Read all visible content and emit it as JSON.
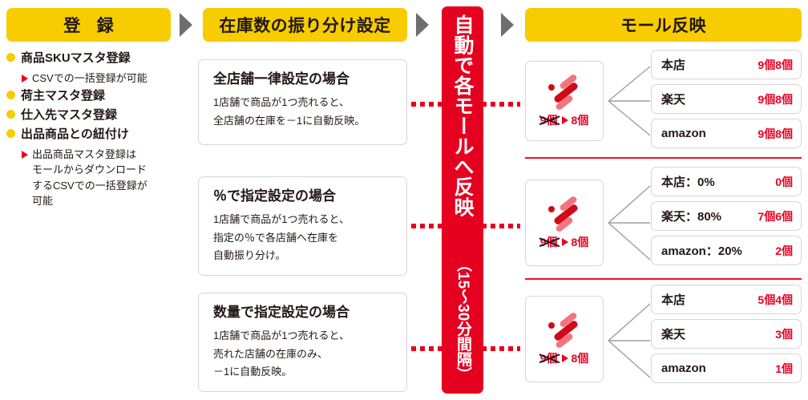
{
  "headers": {
    "register": "登 録",
    "allocation": "在庫数の振り分け設定",
    "mall": "モール反映"
  },
  "banner": {
    "main": "自動で各モールへ反映",
    "sub": "（15〜30分間隔）",
    "color": "#E60020"
  },
  "colors": {
    "header_yellow": "#F7CC00",
    "accent_red": "#E60020",
    "arrow_gray": "#6E6E6E",
    "box_border": "#D6D6D6"
  },
  "register_items": [
    {
      "label": "商品SKUマスタ登録",
      "sub": [
        "CSVでの一括登録が可能"
      ]
    },
    {
      "label": "荷主マスタ登録",
      "sub": []
    },
    {
      "label": "仕入先マスタ登録",
      "sub": []
    },
    {
      "label": "出品商品との紐付け",
      "sub": [
        "出品商品マスタ登録は",
        "モールからダウンロード",
        "するCSVでの一括登録が",
        "可能"
      ]
    }
  ],
  "setting_cards": [
    {
      "title": "全店舗一律設定の場合",
      "lines": [
        "1店舗で商品が1つ売れると、",
        "全店舗の在庫を－1に自動反映。"
      ]
    },
    {
      "title": "％で指定設定の場合",
      "lines": [
        "1店舗で商品が1つ売れると、",
        "指定の％で各店舗へ在庫を",
        "自動振り分け。"
      ]
    },
    {
      "title": "数量で指定設定の場合",
      "lines": [
        "1店舗で商品が1つ売れると、",
        "売れた店舗の在庫のみ、",
        "－1に自動反映。"
      ]
    }
  ],
  "mall_groups": [
    {
      "warehouse": {
        "old": "9個",
        "new": "8個"
      },
      "rows": [
        {
          "name": "本店",
          "old": "9個",
          "new": "8個"
        },
        {
          "name": "楽天",
          "old": "9個",
          "new": "8個"
        },
        {
          "name": "amazon",
          "old": "9個",
          "new": "8個"
        }
      ]
    },
    {
      "warehouse": {
        "old": "9個",
        "new": "8個"
      },
      "rows": [
        {
          "name": "本店：0%",
          "old": "",
          "new": "0個"
        },
        {
          "name": "楽天：80%",
          "old": "7個",
          "new": "6個"
        },
        {
          "name": "amazon：20%",
          "old": "",
          "new": "2個"
        }
      ]
    },
    {
      "warehouse": {
        "old": "9個",
        "new": "8個"
      },
      "rows": [
        {
          "name": "本店",
          "old": "5個",
          "new": "4個"
        },
        {
          "name": "楽天",
          "old": "",
          "new": "3個"
        },
        {
          "name": "amazon",
          "old": "",
          "new": "1個"
        }
      ]
    }
  ]
}
